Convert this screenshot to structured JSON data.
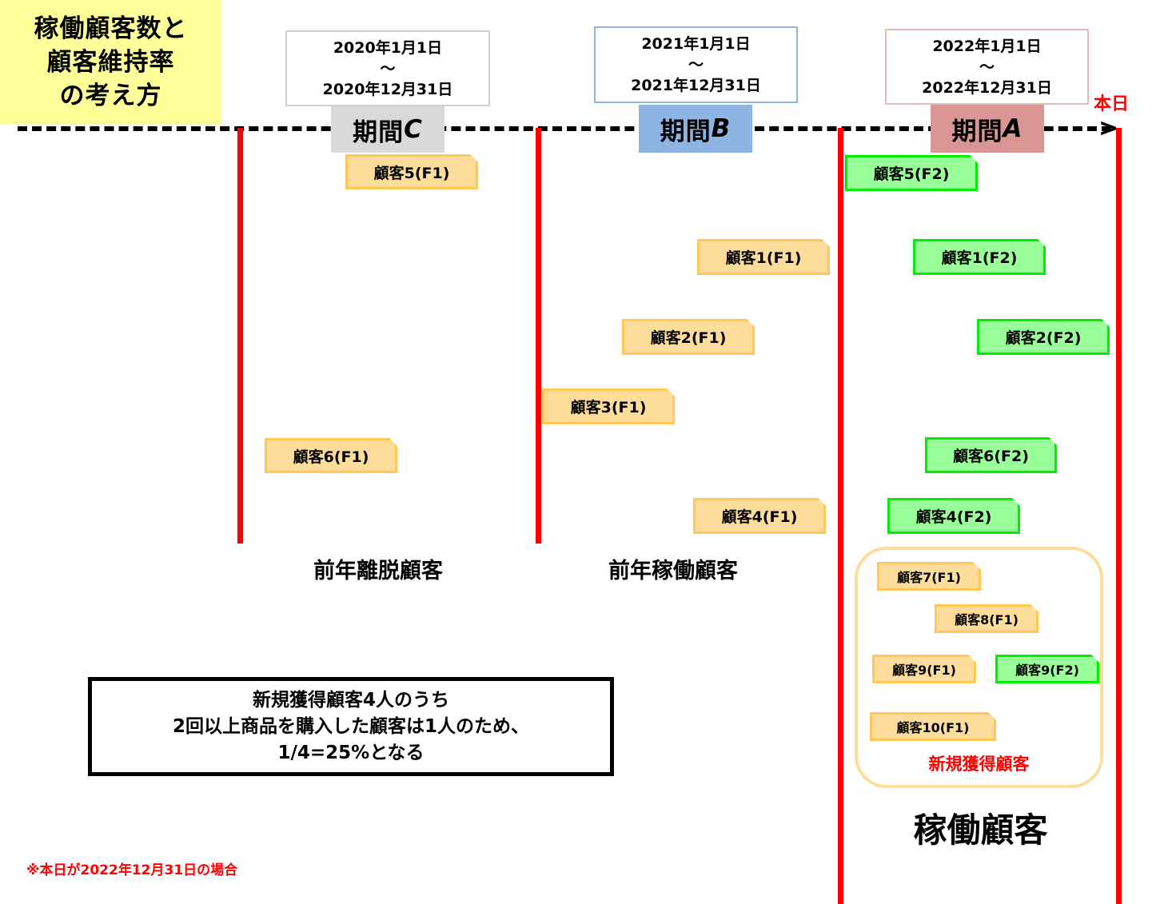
{
  "title": {
    "lines": [
      "稼働顧客数と",
      "顧客維持率",
      "の考え方"
    ],
    "background_color": "#ffff99"
  },
  "periods": [
    {
      "id": "C",
      "label_kanji": "期間",
      "label_letter": "C",
      "start": "2020年1月1日",
      "separator": "～",
      "end": "2020年12月31日",
      "label_color": "#d9d9d9",
      "box_border": "#d0d0d0"
    },
    {
      "id": "B",
      "label_kanji": "期間",
      "label_letter": "B",
      "start": "2021年1月1日",
      "separator": "～",
      "end": "2021年12月31日",
      "label_color": "#8eb4e3",
      "box_border": "#8eb4e3"
    },
    {
      "id": "A",
      "label_kanji": "期間",
      "label_letter": "A",
      "start": "2022年1月1日",
      "separator": "～",
      "end": "2022年12月31日",
      "label_color": "#d99694",
      "box_border": "#e6b9b8"
    }
  ],
  "today_label": "本日",
  "customers": {
    "period_c": [
      {
        "label": "顧客5(F1)",
        "type": "F1"
      },
      {
        "label": "顧客6(F1)",
        "type": "F1"
      }
    ],
    "period_b": [
      {
        "label": "顧客1(F1)",
        "type": "F1"
      },
      {
        "label": "顧客2(F1)",
        "type": "F1"
      },
      {
        "label": "顧客3(F1)",
        "type": "F1"
      },
      {
        "label": "顧客4(F1)",
        "type": "F1"
      }
    ],
    "period_a": [
      {
        "label": "顧客5(F2)",
        "type": "F2"
      },
      {
        "label": "顧客1(F2)",
        "type": "F2"
      },
      {
        "label": "顧客2(F2)",
        "type": "F2"
      },
      {
        "label": "顧客6(F2)",
        "type": "F2"
      },
      {
        "label": "顧客4(F2)",
        "type": "F2"
      }
    ],
    "new_acquired": [
      {
        "label": "顧客7(F1)",
        "type": "F1"
      },
      {
        "label": "顧客8(F1)",
        "type": "F1"
      },
      {
        "label": "顧客9(F1)",
        "type": "F1"
      },
      {
        "label": "顧客9(F2)",
        "type": "F2"
      },
      {
        "label": "顧客10(F1)",
        "type": "F1"
      }
    ]
  },
  "section_labels": {
    "prev_churned": "前年離脱顧客",
    "prev_active": "前年稼働顧客",
    "new_acquired": "新規獲得顧客",
    "active": "稼働顧客"
  },
  "note": {
    "lines": [
      "新規獲得顧客4人のうち",
      "2回以上商品を購入した顧客は1人のため、",
      "1/4=25%となる"
    ]
  },
  "footnote": "※本日が2022年12月31日の場合",
  "colors": {
    "f1_fill": "#fedd9a",
    "f1_border": "#ffc857",
    "f2_fill": "#99ff99",
    "f2_border": "#00ee00",
    "boundary_line": "#ff0000",
    "accent_red": "#ff0000"
  }
}
